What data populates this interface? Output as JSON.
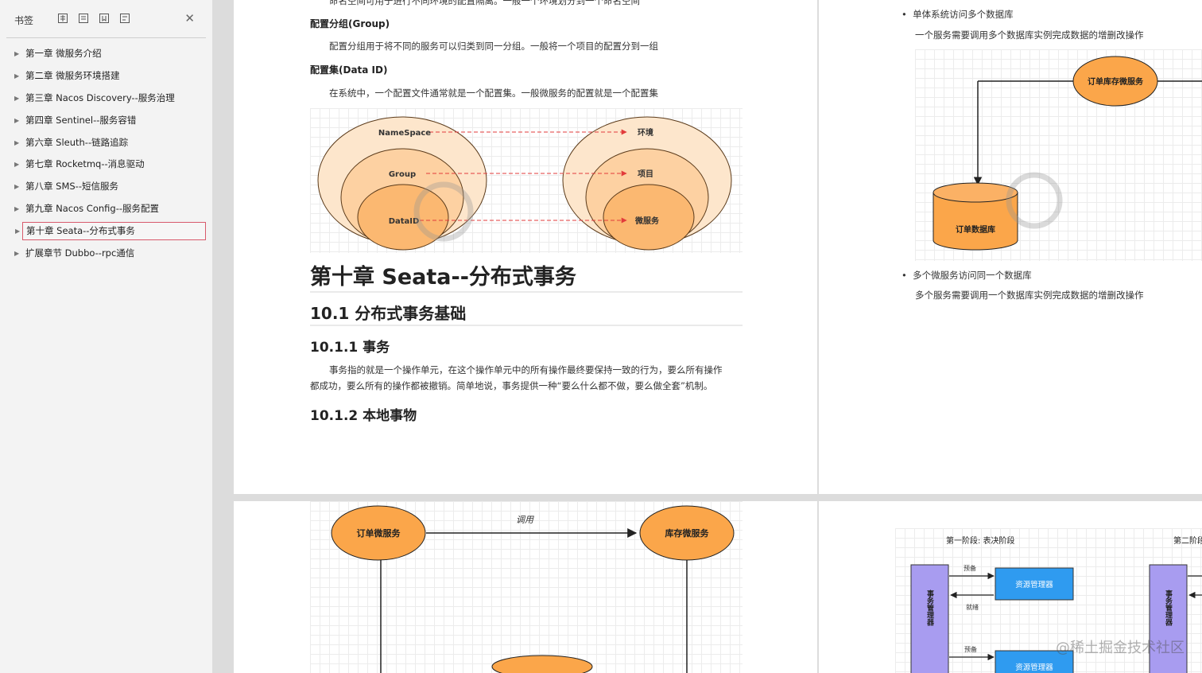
{
  "sidebar": {
    "title": "书签",
    "items": [
      {
        "label": "第一章 微服务介绍",
        "selected": false
      },
      {
        "label": "第二章 微服务环境搭建",
        "selected": false
      },
      {
        "label": "第三章 Nacos Discovery--服务治理",
        "selected": false
      },
      {
        "label": "第四章 Sentinel--服务容错",
        "selected": false
      },
      {
        "label": "第六章 Sleuth--链路追踪",
        "selected": false
      },
      {
        "label": "第七章 Rocketmq--消息驱动",
        "selected": false
      },
      {
        "label": "第八章 SMS--短信服务",
        "selected": false
      },
      {
        "label": "第九章 Nacos Config--服务配置",
        "selected": false
      },
      {
        "label": "第十章 Seata--分布式事务",
        "selected": true
      },
      {
        "label": "扩展章节 Dubbo--rpc通信",
        "selected": false
      }
    ]
  },
  "page1": {
    "cutoff": "命名空间可用于进行不同环境的配置隔离。一般一个环境划分到一个命名空间",
    "group_heading": "配置分组(Group)",
    "group_text": "配置分组用于将不同的服务可以归类到同一分组。一般将一个项目的配置分到一组",
    "dataid_heading": "配置集(Data ID)",
    "dataid_text": "在系统中，一个配置文件通常就是一个配置集。一般微服务的配置就是一个配置集",
    "diagram": {
      "left": [
        "NameSpace",
        "Group",
        "DataID"
      ],
      "right": [
        "环境",
        "项目",
        "微服务"
      ]
    },
    "chapter_title": "第十章 Seata--分布式事务",
    "section_title": "10.1 分布式事务基础",
    "sub1_title": "10.1.1 事务",
    "sub1_text_line1": "事务指的就是一个操作单元，在这个操作单元中的所有操作最终要保持一致的行为，要么所有操作",
    "sub1_text_line2": "都成功，要么所有的操作都被撤销。简单地说，事务提供一种“要么什么都不做，要么做全套”机制。",
    "sub2_title": "10.1.2 本地事物"
  },
  "page2": {
    "bullet1": "单体系统访问多个数据库",
    "bullet1_desc": "一个服务需要调用多个数据库实例完成数据的增删改操作",
    "service_node": "订单库存微服务",
    "db_node": "订单数据库",
    "bullet2": "多个微服务访问同一个数据库",
    "bullet2_desc": "多个服务需要调用一个数据库实例完成数据的增删改操作"
  },
  "page3": {
    "left_node": "订单微服务",
    "edge_label": "调用",
    "right_node": "库存微服务"
  },
  "page4": {
    "phase1": "第一阶段: 表决阶段",
    "phase2": "第二阶段",
    "tm_label": "事务管理器",
    "rm_label": "资源管理器",
    "edge_prepare": "预备",
    "edge_ready": "就绪"
  },
  "watermark": "@稀土掘金技术社区",
  "colors": {
    "orange": "#fba64a",
    "orange_light": "#fde0bd",
    "purple": "#a89cf0",
    "blue": "#2f9bf0",
    "selected_border": "#d85a6c"
  }
}
